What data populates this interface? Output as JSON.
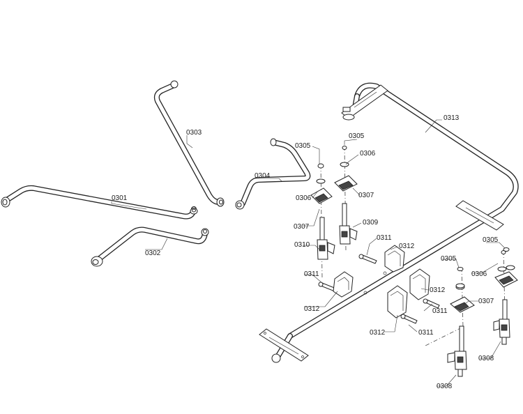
{
  "diagram": {
    "labels": {
      "p0301": "0301",
      "p0302": "0302",
      "p0303": "0303",
      "p0304": "0304",
      "p0305a": "0305",
      "p0305b": "0305",
      "p0305c": "0305",
      "p0305d": "0305",
      "p0306a": "0306",
      "p0306b": "0306",
      "p0306c": "0306",
      "p0307a": "0307",
      "p0307b": "0307",
      "p0307c": "0307",
      "p0308a": "0308",
      "p0308b": "0308",
      "p0309": "0309",
      "p0310": "0310",
      "p0311a": "0311",
      "p0311b": "0311",
      "p0311c": "0311",
      "p0311d": "0311",
      "p0312a": "0312",
      "p0312b": "0312",
      "p0312c": "0312",
      "p0312d": "0312",
      "p0313": "0313"
    }
  }
}
